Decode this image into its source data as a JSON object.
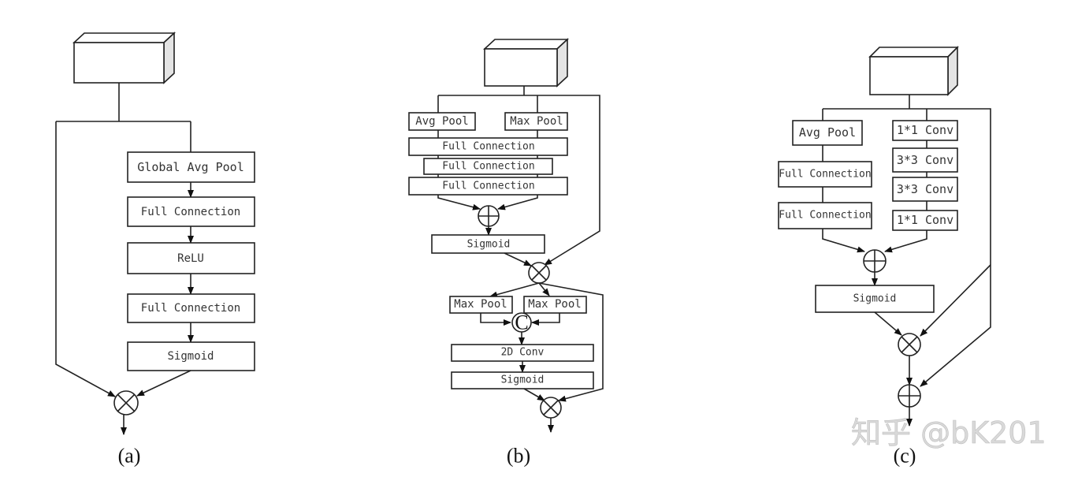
{
  "diagrams": {
    "a": {
      "caption": "(a)",
      "blocks": [
        "Global Avg Pool",
        "Full Connection",
        "ReLU",
        "Full Connection",
        "Sigmoid"
      ],
      "operators": [
        "multiply"
      ]
    },
    "b": {
      "caption": "(b)",
      "channel_branch": {
        "pool_left": "Avg Pool",
        "pool_right": "Max Pool",
        "fc": [
          "Full Connection",
          "Full Connection",
          "Full Connection"
        ],
        "sigmoid": "Sigmoid"
      },
      "spatial_branch": {
        "pool_left": "Max Pool",
        "pool_right": "Max Pool",
        "concat": "C",
        "conv": "2D Conv",
        "sigmoid": "Sigmoid"
      },
      "operators": [
        "add",
        "multiply",
        "concat",
        "multiply"
      ]
    },
    "c": {
      "caption": "(c)",
      "left_branch": [
        "Avg Pool",
        "Full Connection",
        "Full Connection"
      ],
      "right_branch": [
        "1*1 Conv",
        "3*3 Conv",
        "3*3 Conv",
        "1*1 Conv"
      ],
      "sigmoid": "Sigmoid",
      "operators": [
        "add",
        "multiply",
        "add"
      ]
    }
  },
  "watermark": "知乎 @bK201"
}
